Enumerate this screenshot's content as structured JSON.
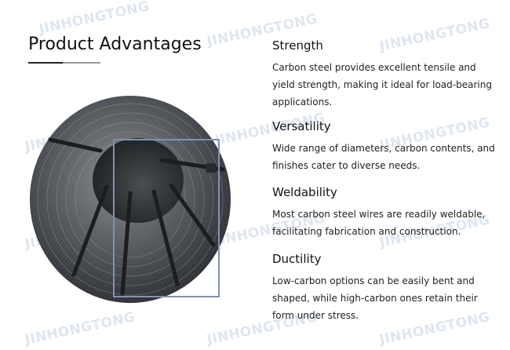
{
  "watermark": "JINHONGTONG",
  "header": {
    "title": "Product Advantages"
  },
  "image": {
    "subject": "steel-wire-coil-photo"
  },
  "advantages": [
    {
      "title": "Strength",
      "text": "Carbon steel provides excellent tensile and yield strength, making it ideal for load-bearing applications."
    },
    {
      "title": "Versatility",
      "text": "Wide range of diameters, carbon contents, and finishes cater to diverse needs."
    },
    {
      "title": "Weldability",
      "text": "Most carbon steel wires are readily weldable, facilitating fabrication and construction."
    },
    {
      "title": "Ductility",
      "text": "Low-carbon options can be easily bent and shaped, while high-carbon ones retain their form under stress."
    }
  ],
  "colors": {
    "frame": "#7f93b2",
    "watermark": "#c9d6e6"
  }
}
